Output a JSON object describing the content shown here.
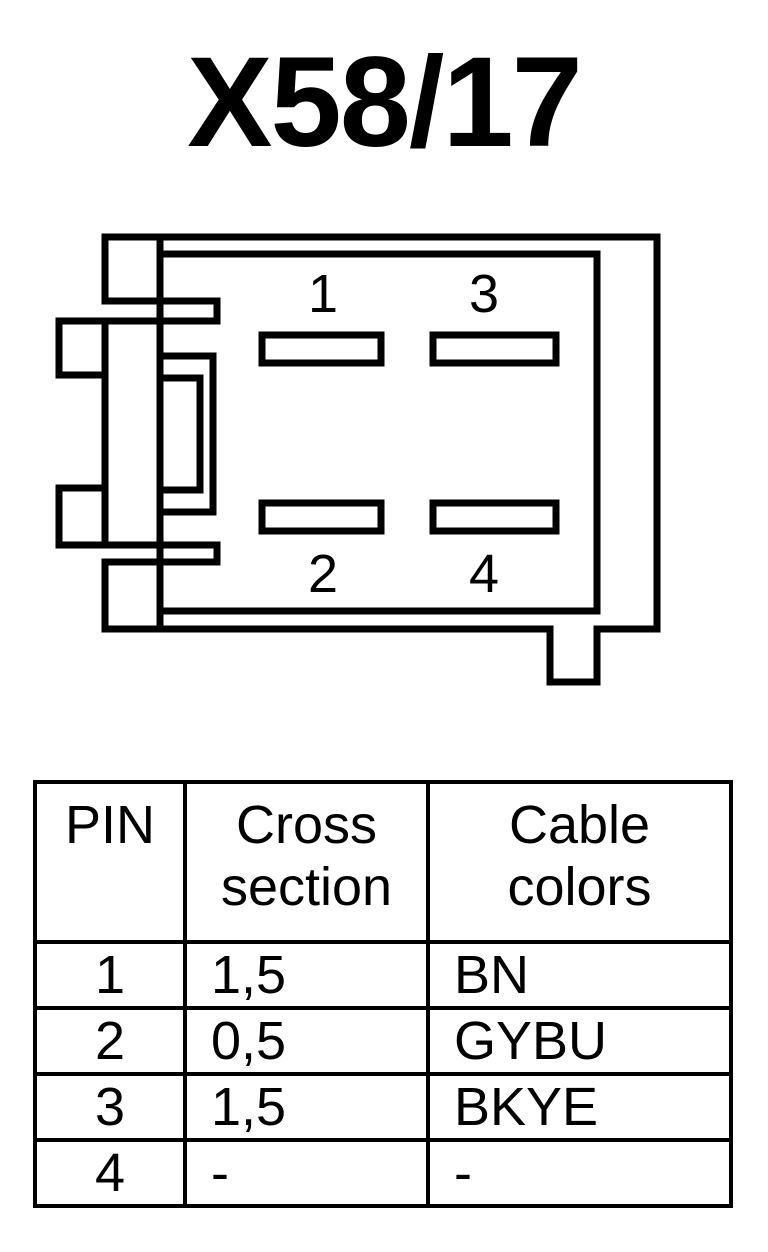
{
  "title": "X58/17",
  "connector": {
    "pins": [
      {
        "number": "1"
      },
      {
        "number": "2"
      },
      {
        "number": "3"
      },
      {
        "number": "4"
      }
    ]
  },
  "table": {
    "headers": {
      "pin": "PIN",
      "cross_section": [
        "Cross",
        "section"
      ],
      "cable_colors": [
        "Cable",
        "colors"
      ]
    },
    "rows": [
      {
        "pin": "1",
        "cross_section": "1,5",
        "color": "BN"
      },
      {
        "pin": "2",
        "cross_section": "0,5",
        "color": "GYBU"
      },
      {
        "pin": "3",
        "cross_section": "1,5",
        "color": "BKYE"
      },
      {
        "pin": "4",
        "cross_section": "-",
        "color": "-"
      }
    ]
  }
}
